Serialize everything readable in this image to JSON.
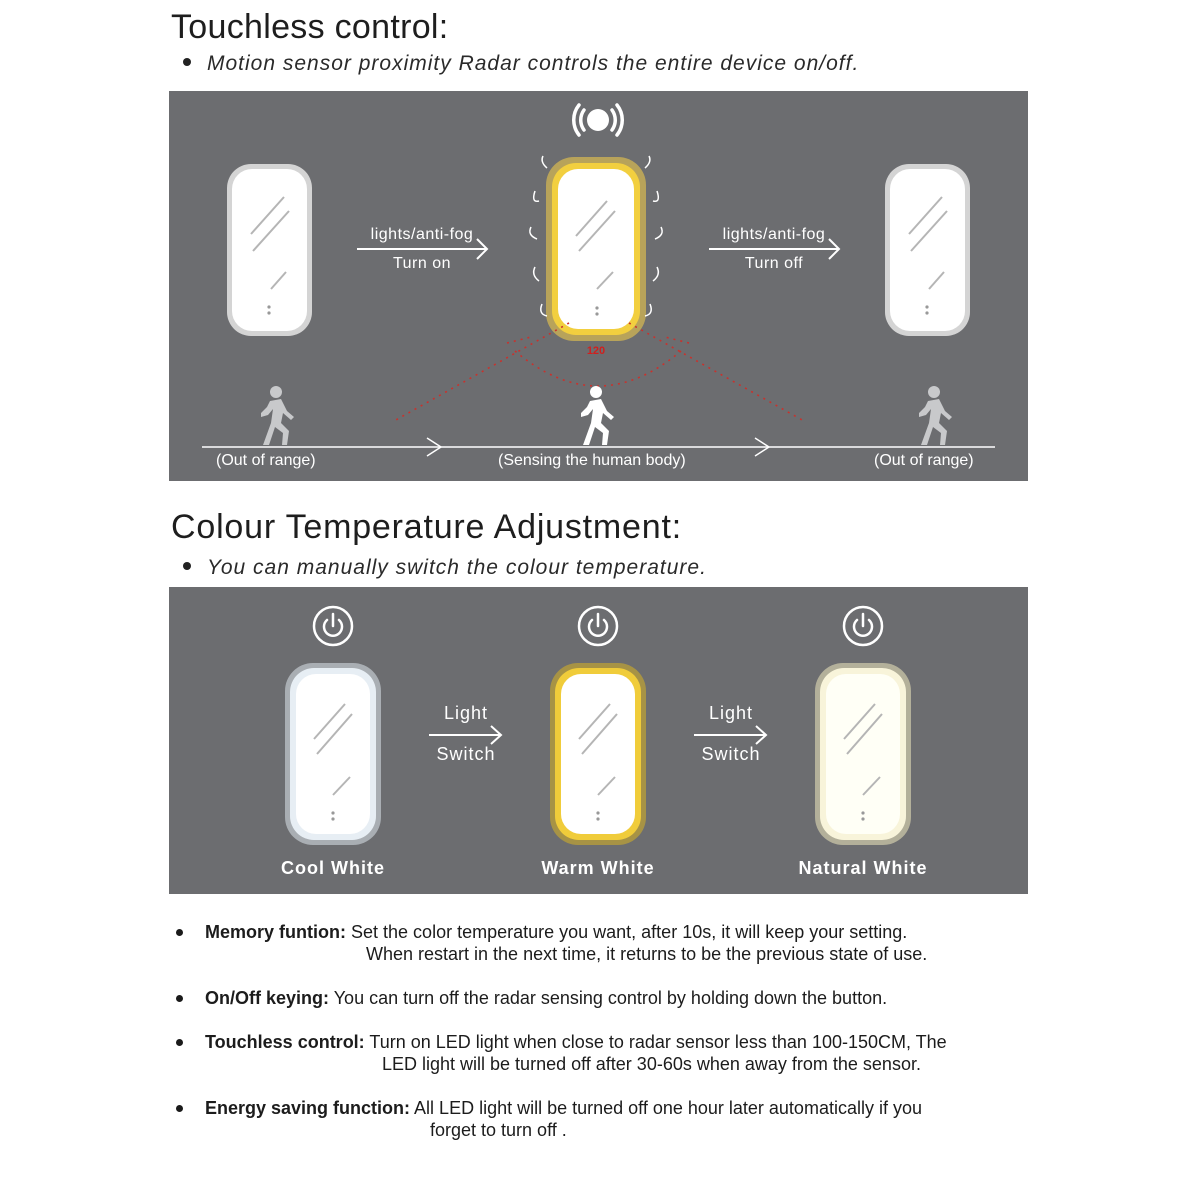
{
  "section1": {
    "title": "Touchless control:",
    "subtitle": "Motion sensor proximity Radar controls the entire device on/off.",
    "arrow1": {
      "line1": "lights/anti-fog",
      "line2": "Turn on"
    },
    "arrow2": {
      "line1": "lights/anti-fog",
      "line2": "Turn off"
    },
    "angle": "120",
    "ranges": [
      "(Out of range)",
      "(Sensing the human body)",
      "(Out of range)"
    ],
    "icons": [
      "radar-icon",
      "walking-person-icon"
    ]
  },
  "section2": {
    "title": "Colour Temperature Adjustment:",
    "subtitle": "You can manually switch the colour temperature.",
    "switch_line1": "Light",
    "switch_line2": "Switch",
    "modes": [
      "Cool White",
      "Warm White",
      "Natural White"
    ],
    "icons": [
      "power-icon"
    ]
  },
  "features": [
    {
      "label": "Memory funtion:",
      "line1": "Set the color temperature you want, after 10s, it will keep your setting.",
      "line2": "When restart in the next time, it returns to be the previous state of use."
    },
    {
      "label": "On/Off keying:",
      "line1": "You can turn off the radar sensing control by holding down the button.",
      "line2": ""
    },
    {
      "label": "Touchless control:",
      "line1": "Turn on LED light when close to radar sensor less than 100-150CM, The",
      "line2": "LED light will be turned off after 30-60s when away from the sensor."
    },
    {
      "label": "Energy saving function:",
      "line1": "All LED light will be turned off one hour later automatically if you",
      "line2": "forget to turn off ."
    }
  ],
  "colors": {
    "panel": "#6c6d70",
    "warm": "#e8c23a",
    "cool": "#dfe8f0",
    "natural": "#f7f3d8",
    "angle_red": "#d0201e"
  }
}
